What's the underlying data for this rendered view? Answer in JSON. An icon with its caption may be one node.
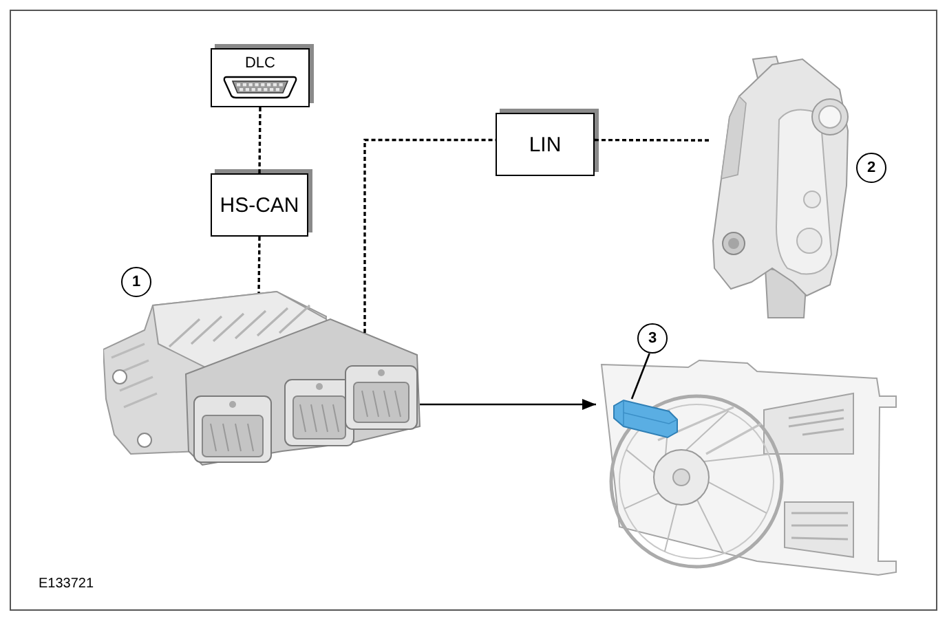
{
  "diagram": {
    "nodes": [
      {
        "text": [
          "DLC"
        ]
      },
      {
        "text": [
          "HS-CAN"
        ]
      },
      {
        "text": [],
        "shape": "picture"
      },
      {
        "text": [
          "LIN"
        ]
      },
      {
        "text": [],
        "shape": "picture"
      },
      {
        "text": [],
        "shape": "picture"
      },
      {
        "text": [
          "3"
        ]
      },
      {
        "text": [],
        "shape": "picture",
        "in": 5
      },
      {
        "text": [
          "1"
        ]
      },
      {
        "text": [
          "2"
        ]
      }
    ],
    "edges": [
      {
        "from": 0,
        "to": 1,
        "arrow": "none",
        "style": "dashed"
      },
      {
        "from": 1,
        "to": 2,
        "arrow": "none",
        "style": "dashed"
      },
      {
        "from": 2,
        "to": 3,
        "arrow": "none",
        "style": "dashed"
      },
      {
        "from": 3,
        "to": 4,
        "arrow": "none",
        "style": "dashed"
      },
      {
        "from": 2,
        "to": 5,
        "arrow": "to"
      },
      {
        "from": 6,
        "to": 7,
        "arrow": "none"
      }
    ],
    "labels": [
      "E133721"
    ]
  }
}
